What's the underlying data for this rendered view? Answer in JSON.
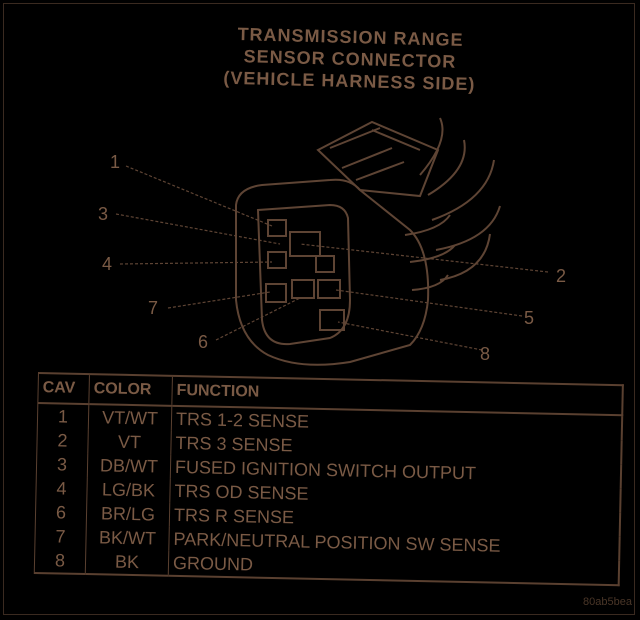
{
  "title": {
    "line1": "TRANSMISSION RANGE",
    "line2": "SENSOR CONNECTOR",
    "line3": "(VEHICLE HARNESS SIDE)"
  },
  "callouts": [
    "1",
    "2",
    "3",
    "4",
    "5",
    "6",
    "7",
    "8"
  ],
  "table": {
    "headers": {
      "cav": "CAV",
      "color": "COLOR",
      "function": "FUNCTION"
    },
    "rows": [
      {
        "cav": "1",
        "color": "VT/WT",
        "function": "TRS 1-2 SENSE"
      },
      {
        "cav": "2",
        "color": "VT",
        "function": "TRS 3 SENSE"
      },
      {
        "cav": "3",
        "color": "DB/WT",
        "function": "FUSED IGNITION SWITCH OUTPUT"
      },
      {
        "cav": "4",
        "color": "LG/BK",
        "function": "TRS OD SENSE"
      },
      {
        "cav": "6",
        "color": "BR/LG",
        "function": "TRS R SENSE"
      },
      {
        "cav": "7",
        "color": "BK/WT",
        "function": "PARK/NEUTRAL POSITION SW SENSE"
      },
      {
        "cav": "8",
        "color": "BK",
        "function": "GROUND"
      }
    ]
  },
  "figure_code": "80ab5bea",
  "colors": {
    "ink": "#7a5a45",
    "background": "#000000"
  }
}
